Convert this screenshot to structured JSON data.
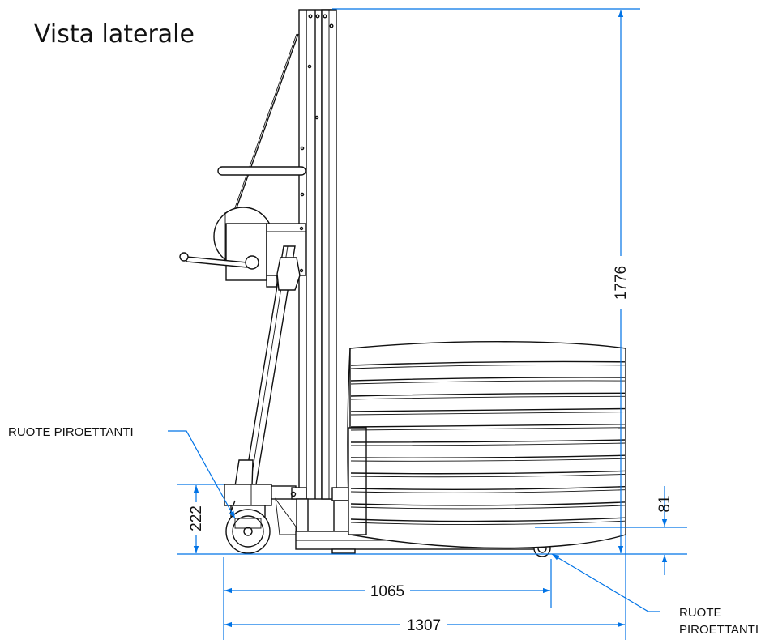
{
  "title": "Vista laterale",
  "colors": {
    "dimension": "#0073e6",
    "drawing": "#111111",
    "background": "#ffffff"
  },
  "dimensions": {
    "height_total": "1776",
    "base_height": "222",
    "load_height": "81",
    "wheelbase": "1065",
    "total_length": "1307"
  },
  "callouts": {
    "left_label": "RUOTE PIROETTANTI",
    "right_label_line1": "RUOTE",
    "right_label_line2": "PIROETTANTI"
  }
}
